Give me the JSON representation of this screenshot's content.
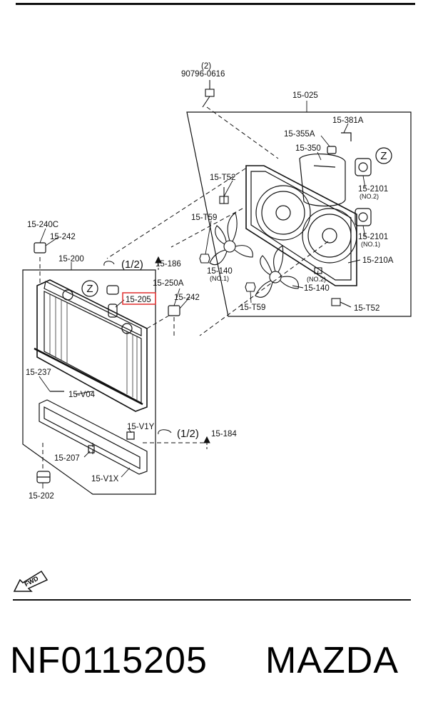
{
  "callouts": {
    "bolt_qty": "(2)",
    "bolt": "90796-0616",
    "fan_shroud_set": "15-025",
    "hose_381a": "15-381A",
    "cap_355a": "15-355A",
    "reserve_tank": "15-350",
    "bolt_t52_upper": "15-T52",
    "motor_2101_no2": "15-2101",
    "motor_no2_tag": "(NO.2)",
    "nut_t59_left": "15-T59",
    "motor_2101_no1": "15-2101",
    "motor_no1_tag": "(NO.1)",
    "shroud_210a": "15-210A",
    "fan_140_no1": "15-140",
    "fan_no1_tag": "(NO.1)",
    "fan_no2_tag": "(NO.2)",
    "fan_140_no2": "15-140",
    "nut_t59_bottom": "15-T59",
    "bolt_t52_lower": "15-T52",
    "mount_240c": "15-240C",
    "bracket_242_left": "15-242",
    "radiator": "15-200",
    "ref_upper_fraction": "(1/2)",
    "ref_upper_target": "15-186",
    "mount_250a": "15-250A",
    "cap_205": "15-205",
    "bracket_242_right": "15-242",
    "drain_237": "15-237",
    "seal_v04": "15-V04",
    "seal_v1y": "15-V1Y",
    "ref_lower_fraction": "(1/2)",
    "ref_lower_target": "15-184",
    "bolt_207": "15-207",
    "seal_v1x": "15-V1X",
    "insulator_202": "15-202",
    "zoom_marker_right": "Z",
    "zoom_marker_left": "Z",
    "fwd_label": "FWD"
  },
  "highlight_color": "#e23b3b",
  "footer": {
    "part_number": "NF0115205",
    "brand": "MAZDA"
  }
}
